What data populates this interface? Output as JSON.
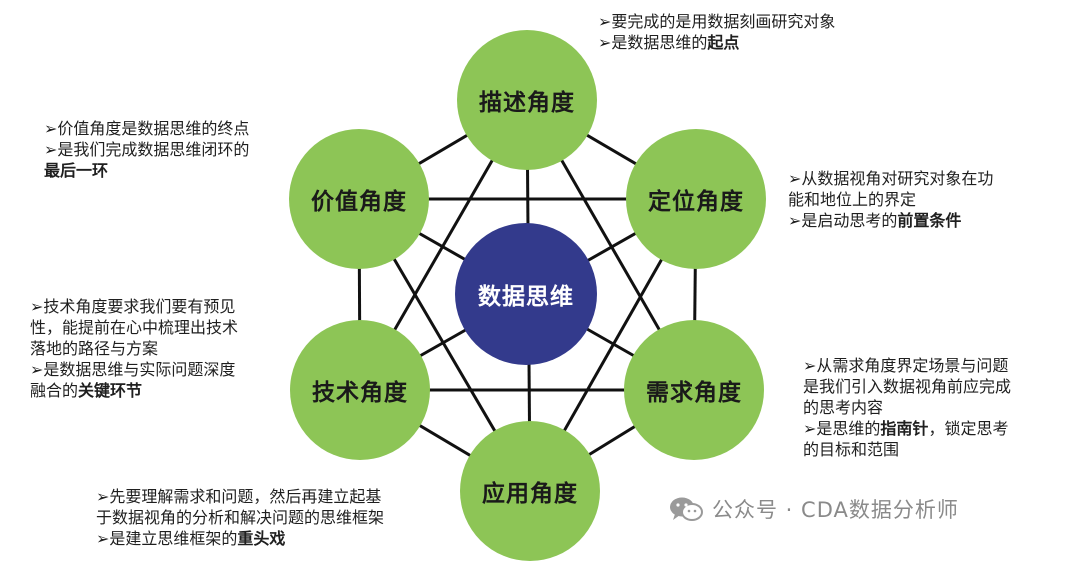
{
  "diagram": {
    "center": {
      "label": "数据思维"
    },
    "nodes": [
      {
        "id": "describe",
        "label": "描述角度"
      },
      {
        "id": "position",
        "label": "定位角度"
      },
      {
        "id": "demand",
        "label": "需求角度"
      },
      {
        "id": "application",
        "label": "应用角度"
      },
      {
        "id": "technology",
        "label": "技术角度"
      },
      {
        "id": "value",
        "label": "价值角度"
      }
    ],
    "colors": {
      "node": "#8dc556",
      "center": "#333a8c",
      "lines": "#111111"
    }
  },
  "annotations": {
    "describe": {
      "line1": "➢要完成的是用数据刻画研究对象",
      "line2_prefix": "➢是数据思维的",
      "line2_bold": "起点"
    },
    "value": {
      "line1": "➢价值角度是数据思维的终点",
      "line2": "➢是我们完成数据思维闭环的",
      "line3_bold": "最后一环"
    },
    "position": {
      "line1": "➢从数据视角对研究对象在功",
      "line2": "能和地位上的界定",
      "line3_prefix": "➢是启动思考的",
      "line3_bold": "前置条件"
    },
    "technology": {
      "line1": "➢技术角度要求我们要有预见",
      "line2": "性，能提前在心中梳理出技术",
      "line3": "落地的路径与方案",
      "line4": "➢是数据思维与实际问题深度",
      "line5_prefix": "融合的",
      "line5_bold": "关键环节"
    },
    "demand": {
      "line1": "➢从需求角度界定场景与问题",
      "line2": "是我们引入数据视角前应完成",
      "line3": "的思考内容",
      "line4_prefix": "➢是思维的",
      "line4_bold": "指南针",
      "line4_suffix": "，锁定思考",
      "line5": "的目标和范围"
    },
    "application": {
      "line1": "➢先要理解需求和问题，然后再建立起基",
      "line2": "于数据视角的分析和解决问题的思维框架",
      "line3_prefix": "➢是建立思维框架的",
      "line3_bold": "重头戏"
    }
  },
  "watermark": {
    "text": "公众号 · CDA数据分析师",
    "icon": "wechat-icon"
  }
}
